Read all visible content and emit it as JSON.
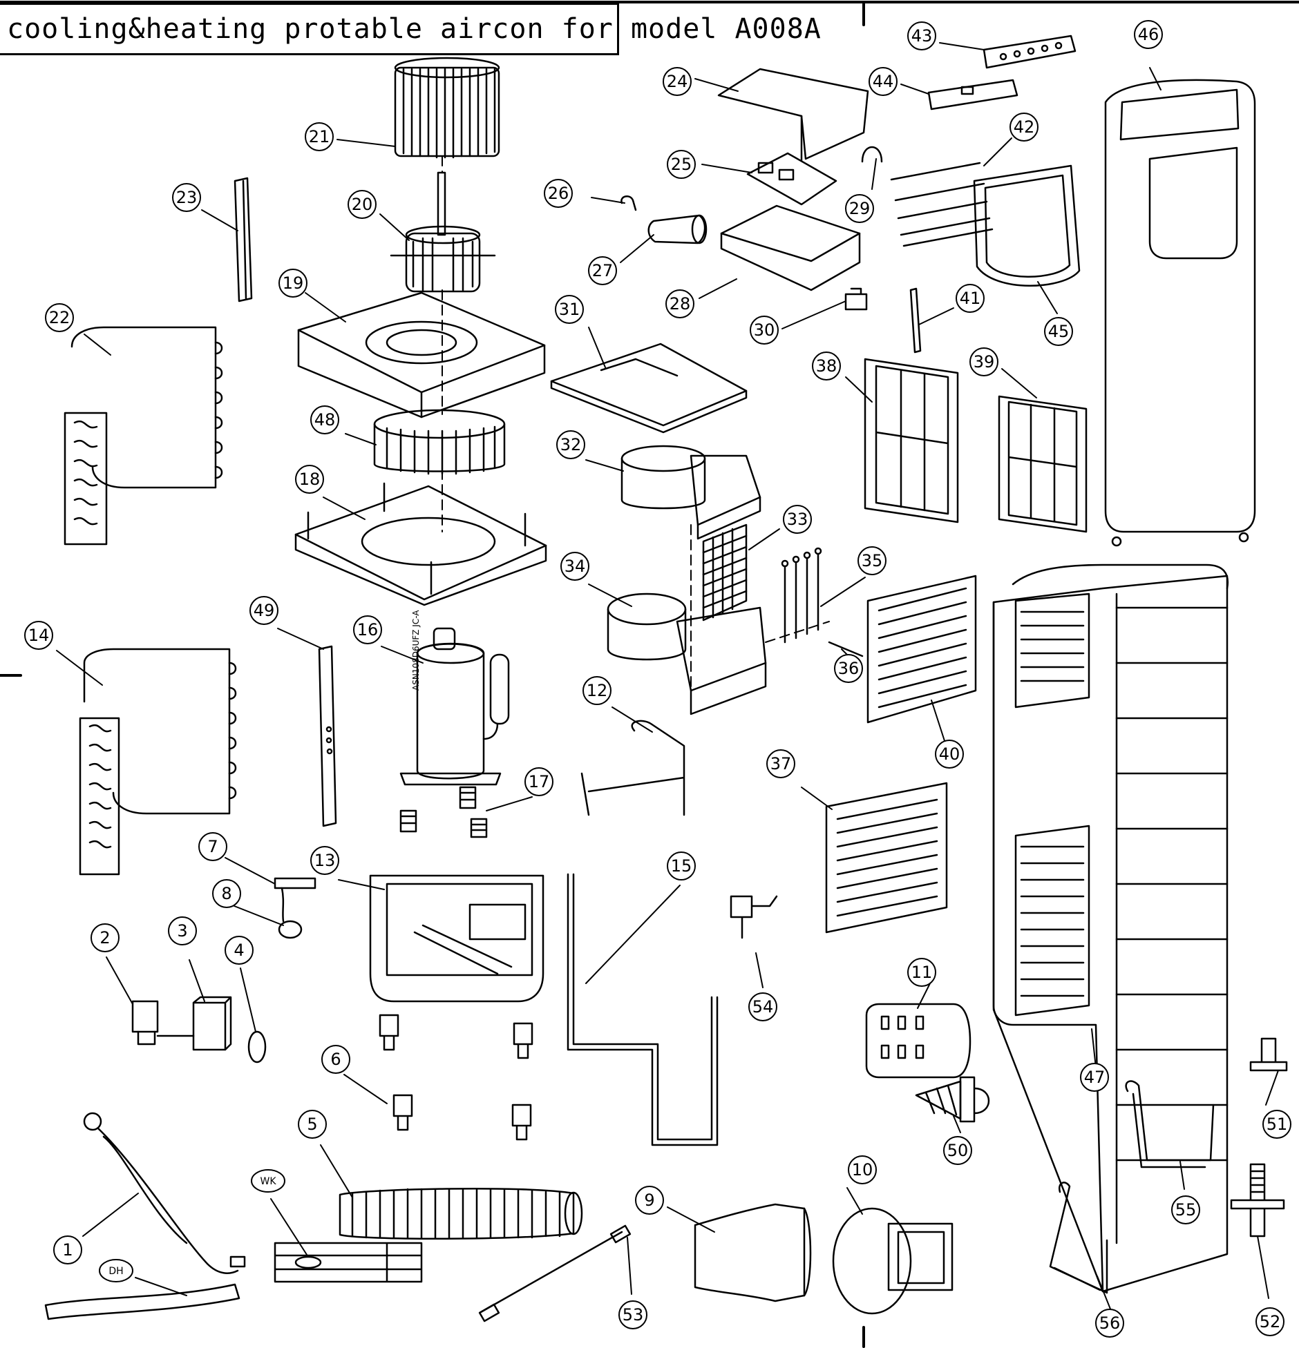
{
  "title": "cooling&heating protable aircon for model A008A",
  "parts": [
    {
      "id": "21"
    },
    {
      "id": "23"
    },
    {
      "id": "20"
    },
    {
      "id": "19"
    },
    {
      "id": "22"
    },
    {
      "id": "48"
    },
    {
      "id": "18"
    },
    {
      "id": "14"
    },
    {
      "id": "49"
    },
    {
      "id": "16"
    },
    {
      "id": "17"
    },
    {
      "id": "7"
    },
    {
      "id": "8"
    },
    {
      "id": "13"
    },
    {
      "id": "2"
    },
    {
      "id": "3"
    },
    {
      "id": "4"
    },
    {
      "id": "6"
    },
    {
      "id": "5"
    },
    {
      "id": "1"
    },
    {
      "id": "WK"
    },
    {
      "id": "DH"
    },
    {
      "id": "24"
    },
    {
      "id": "25"
    },
    {
      "id": "26"
    },
    {
      "id": "27"
    },
    {
      "id": "28"
    },
    {
      "id": "29"
    },
    {
      "id": "30"
    },
    {
      "id": "31"
    },
    {
      "id": "32"
    },
    {
      "id": "33"
    },
    {
      "id": "34"
    },
    {
      "id": "35"
    },
    {
      "id": "36"
    },
    {
      "id": "12"
    },
    {
      "id": "15"
    },
    {
      "id": "54"
    },
    {
      "id": "9"
    },
    {
      "id": "10"
    },
    {
      "id": "53"
    },
    {
      "id": "43"
    },
    {
      "id": "44"
    },
    {
      "id": "42"
    },
    {
      "id": "41"
    },
    {
      "id": "45"
    },
    {
      "id": "38"
    },
    {
      "id": "39"
    },
    {
      "id": "46"
    },
    {
      "id": "40"
    },
    {
      "id": "37"
    },
    {
      "id": "11"
    },
    {
      "id": "50"
    },
    {
      "id": "47"
    },
    {
      "id": "51"
    },
    {
      "id": "55"
    },
    {
      "id": "52"
    },
    {
      "id": "56"
    }
  ]
}
